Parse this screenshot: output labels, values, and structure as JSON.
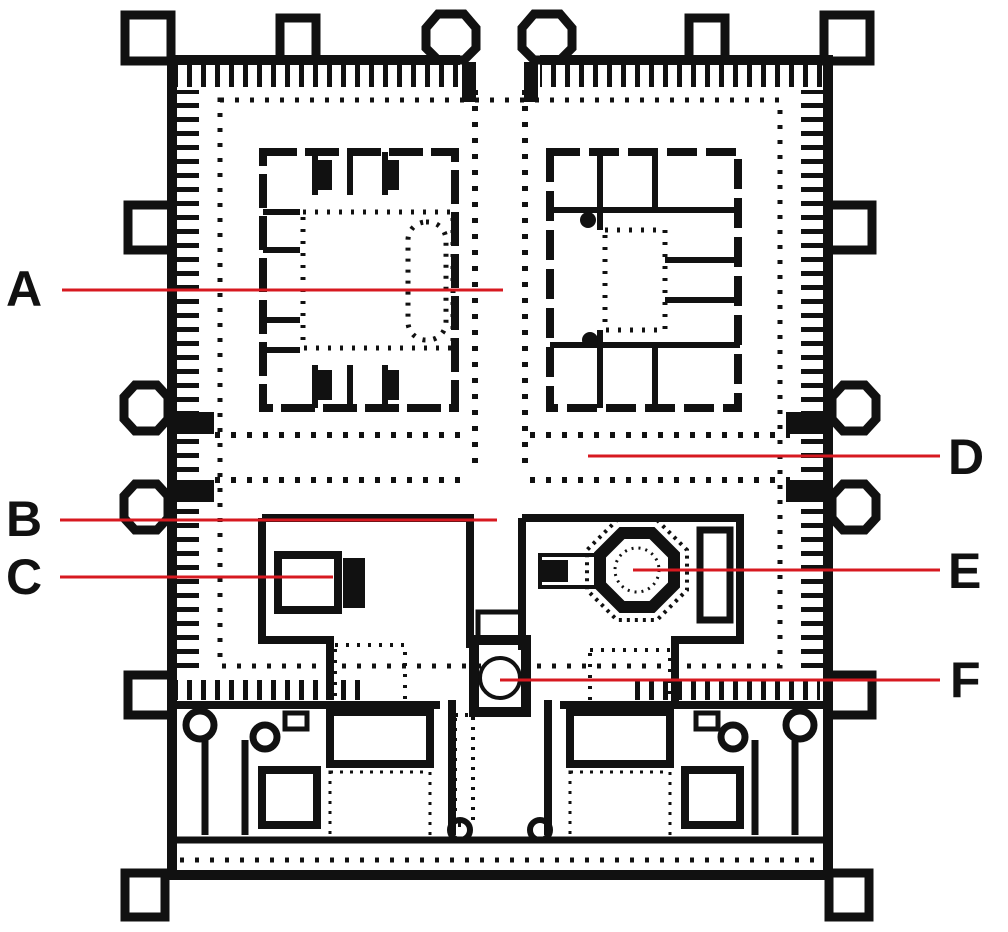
{
  "diagram": {
    "colors": {
      "wall": "#111111",
      "pointer": "#d71920",
      "background": "#ffffff"
    },
    "labels": [
      {
        "id": "A",
        "text": "A"
      },
      {
        "id": "B",
        "text": "B"
      },
      {
        "id": "C",
        "text": "C"
      },
      {
        "id": "D",
        "text": "D"
      },
      {
        "id": "E",
        "text": "E"
      },
      {
        "id": "F",
        "text": "F"
      }
    ]
  }
}
